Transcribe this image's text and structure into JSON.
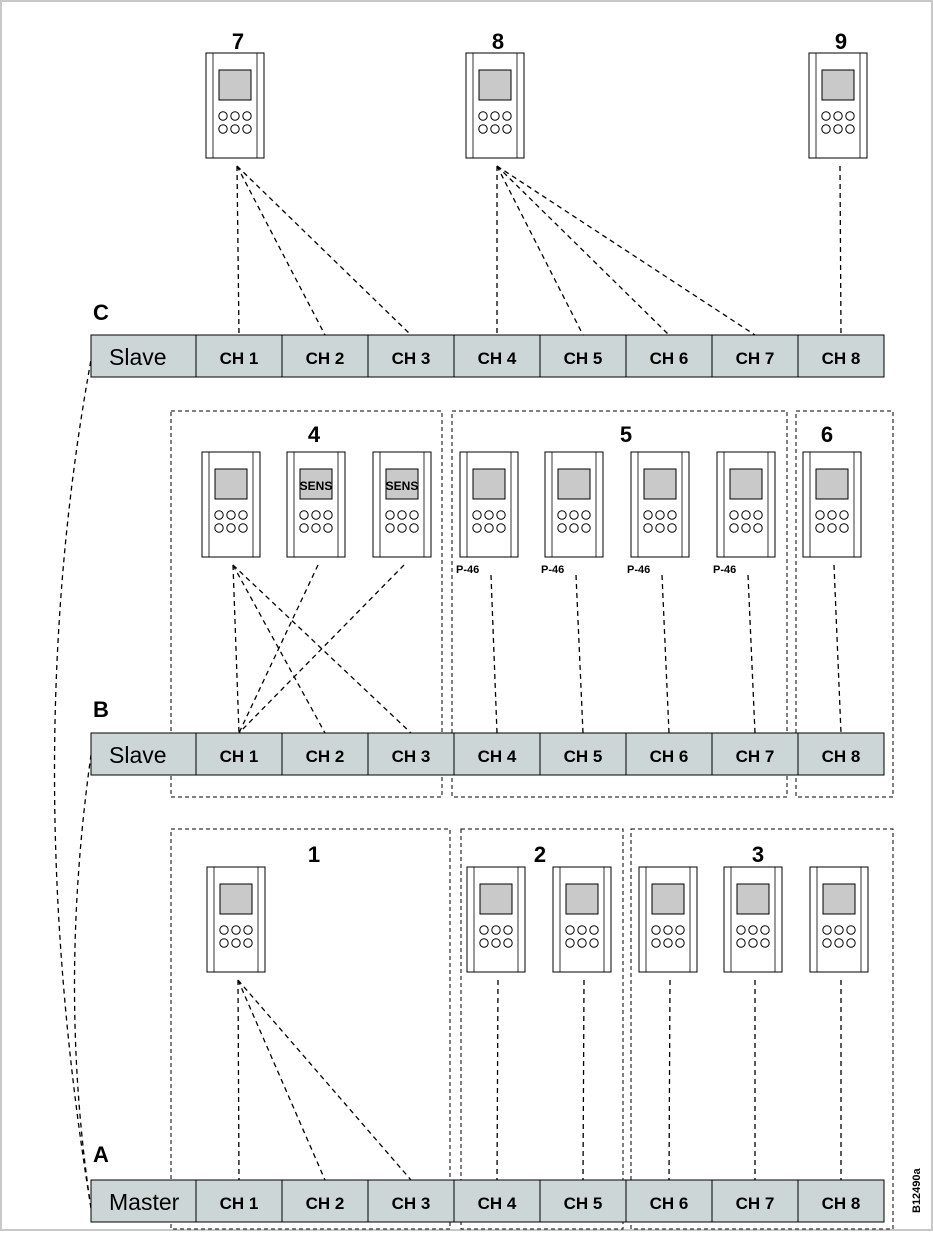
{
  "figure_code": "B12490a",
  "rows": [
    {
      "letter": "A",
      "unit_label": "Master",
      "channels": [
        "CH 1",
        "CH 2",
        "CH 3",
        "CH 4",
        "CH 5",
        "CH 6",
        "CH 7",
        "CH 8"
      ],
      "groups": [
        {
          "number": "1",
          "device_count": 1,
          "links": [
            [
              0,
              0
            ],
            [
              0,
              1
            ],
            [
              0,
              2
            ]
          ]
        },
        {
          "number": "2",
          "device_count": 2,
          "links": [
            [
              0,
              3
            ],
            [
              1,
              4
            ]
          ]
        },
        {
          "number": "3",
          "device_count": 3,
          "links": [
            [
              0,
              5
            ],
            [
              1,
              6
            ],
            [
              2,
              7
            ]
          ]
        }
      ]
    },
    {
      "letter": "B",
      "unit_label": "Slave",
      "channels": [
        "CH 1",
        "CH 2",
        "CH 3",
        "CH 4",
        "CH 5",
        "CH 6",
        "CH 7",
        "CH 8"
      ],
      "groups": [
        {
          "number": "4",
          "device_count": 3,
          "screen_labels": [
            "",
            "SENS",
            "SENS"
          ],
          "links": [
            [
              0,
              0
            ],
            [
              0,
              1
            ],
            [
              0,
              2
            ],
            [
              1,
              0
            ],
            [
              2,
              0
            ]
          ]
        },
        {
          "number": "5",
          "device_count": 4,
          "tags": [
            "P-46",
            "P-46",
            "P-46",
            "P-46"
          ],
          "links": [
            [
              0,
              3
            ],
            [
              1,
              4
            ],
            [
              2,
              5
            ],
            [
              3,
              6
            ]
          ]
        },
        {
          "number": "6",
          "device_count": 1,
          "links": [
            [
              0,
              7
            ]
          ]
        }
      ]
    },
    {
      "letter": "C",
      "unit_label": "Slave",
      "channels": [
        "CH 1",
        "CH 2",
        "CH 3",
        "CH 4",
        "CH 5",
        "CH 6",
        "CH 7",
        "CH 8"
      ],
      "groups": [
        {
          "number": "7",
          "device_count": 1,
          "links": [
            [
              0,
              0
            ],
            [
              0,
              1
            ],
            [
              0,
              2
            ]
          ]
        },
        {
          "number": "8",
          "device_count": 1,
          "links": [
            [
              0,
              3
            ],
            [
              0,
              4
            ],
            [
              0,
              5
            ],
            [
              0,
              6
            ]
          ]
        },
        {
          "number": "9",
          "device_count": 1,
          "links": [
            [
              0,
              7
            ]
          ]
        }
      ]
    }
  ],
  "bus_links": [
    [
      "A",
      "B"
    ],
    [
      "A",
      "C"
    ]
  ],
  "colors": {
    "bar_fill": "#ccd6d6",
    "screen_fill": "#c9c9c9",
    "line": "#000000"
  }
}
